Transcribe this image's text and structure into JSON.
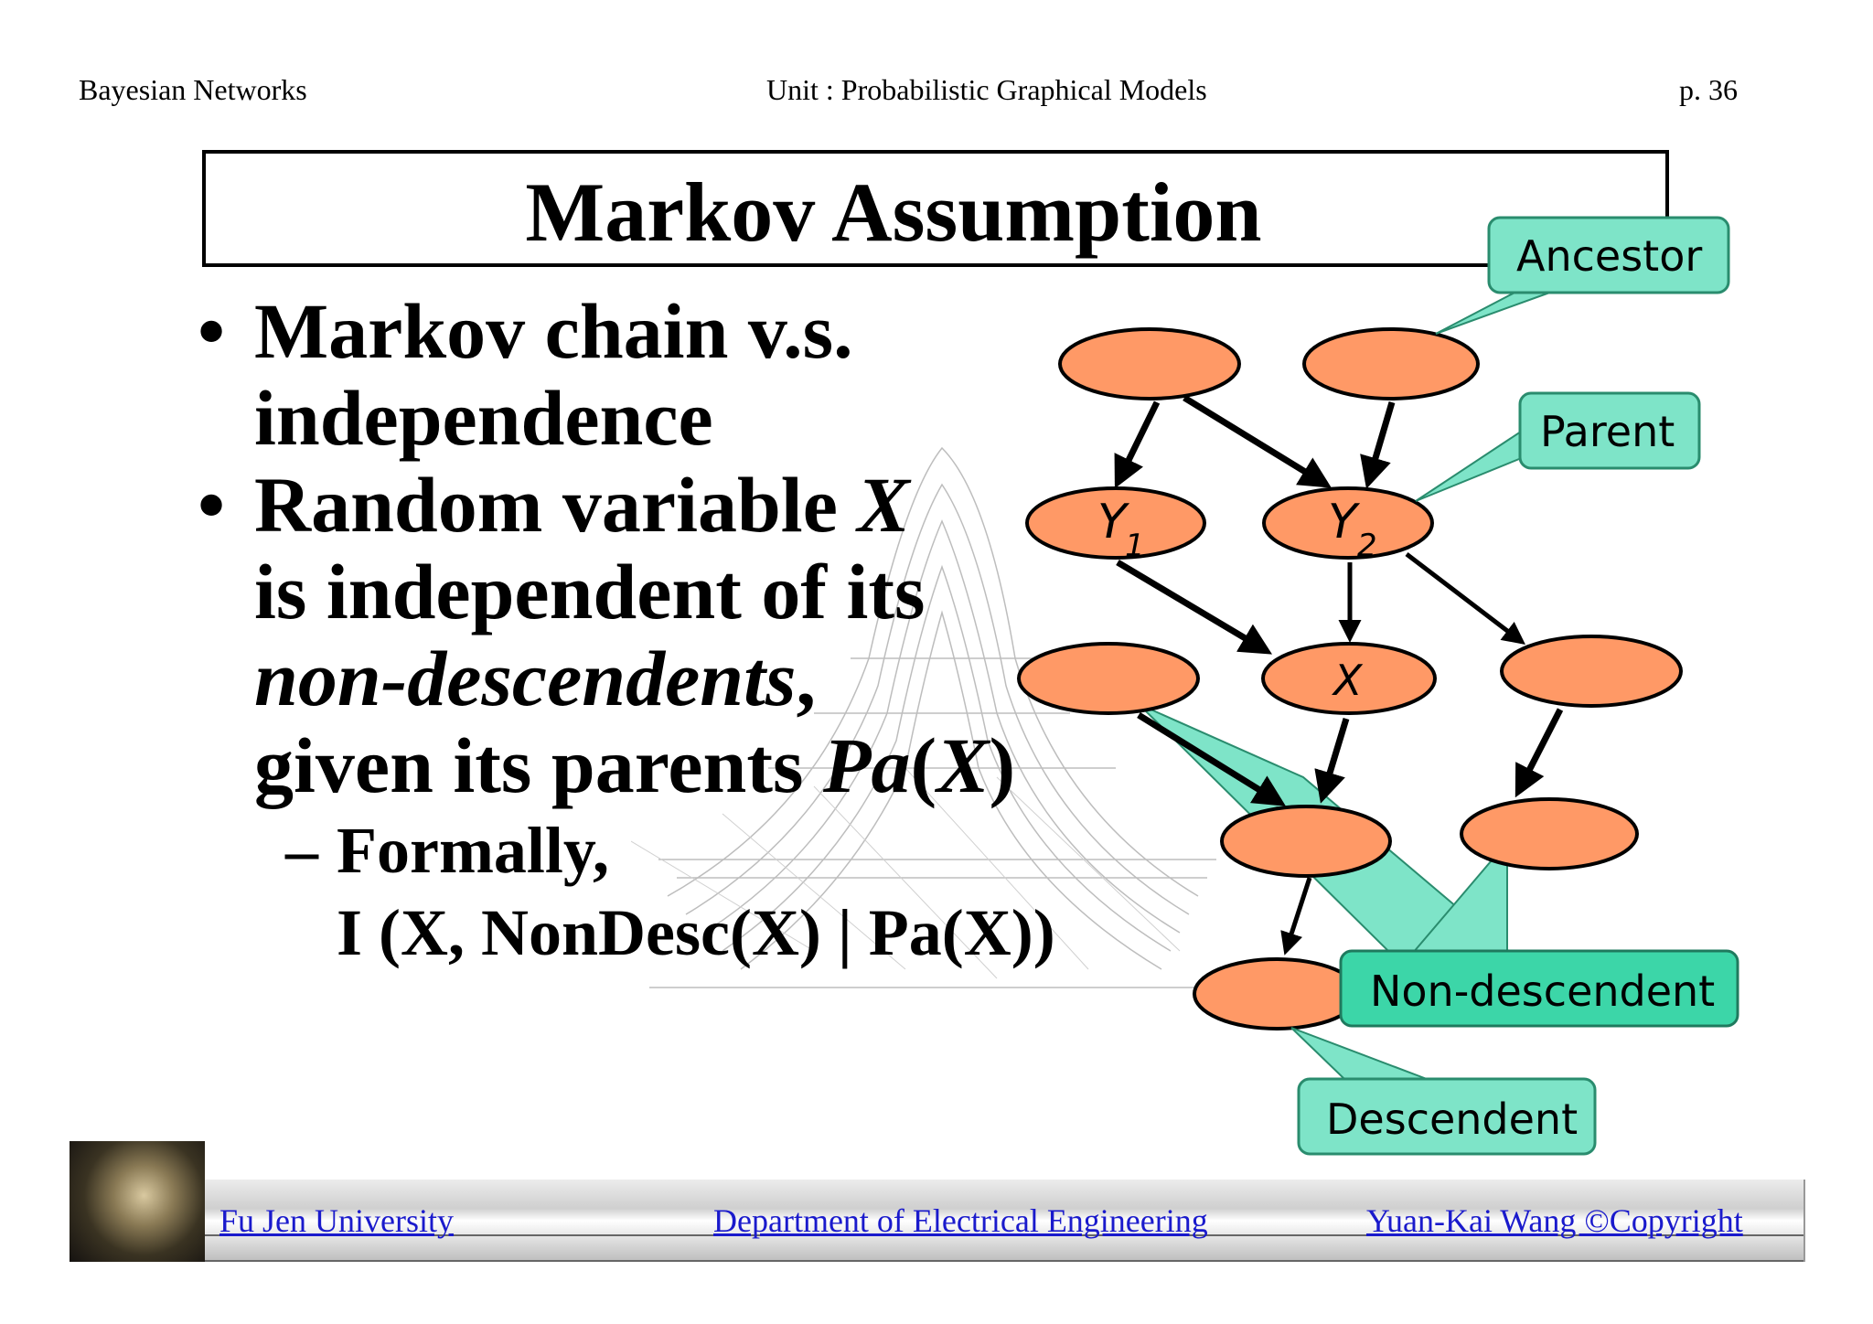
{
  "header": {
    "left": "Bayesian Networks",
    "center": "Unit : Probabilistic Graphical Models",
    "page": "p.  36"
  },
  "title": "Markov Assumption",
  "bullets": {
    "b1_line1": "Markov chain v.s.",
    "b1_line2": "independence",
    "b2_line1_a": "Random variable ",
    "b2_line1_b": "X",
    "b2_line2": "is independent of its",
    "b2_line3_a": "non-descendents",
    "b2_line3_b": ",",
    "b2_line4_a": "given its parents ",
    "b2_line4_b": "Pa",
    "b2_line4_c": "(",
    "b2_line4_d": "X",
    "b2_line4_e": ")",
    "sub_line1": "Formally,",
    "sub_line2": "I (X, NonDesc(X) | Pa(X))",
    "bullet_glyph": "•",
    "dash_glyph": "–"
  },
  "graph": {
    "node_y1_main": "Y",
    "node_y1_sub": "1",
    "node_y2_main": "Y",
    "node_y2_sub": "2",
    "node_x": "X",
    "node_fill": "#ff9966",
    "callout_fill": "#7ee4c8",
    "callouts": {
      "ancestor": "Ancestor",
      "parent": "Parent",
      "non_descendent": "Non-descendent",
      "descendent": "Descendent"
    }
  },
  "footer": {
    "university": "Fu Jen University",
    "department": "Department of Electrical Engineering",
    "copyright": "Yuan-Kai Wang ©Copyright",
    "link_color": "#1a1acc"
  }
}
